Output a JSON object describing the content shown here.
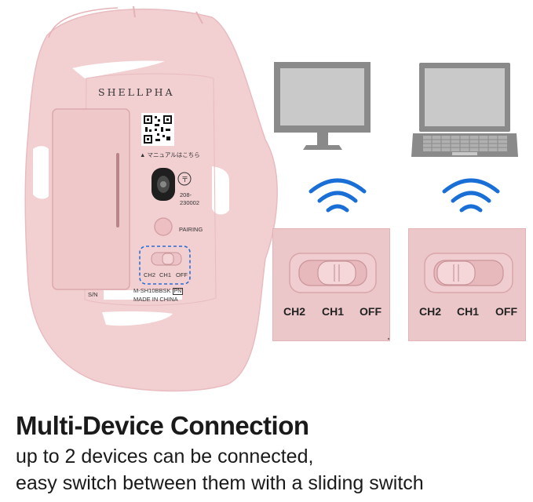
{
  "mouse": {
    "brand": "SHELLPHA",
    "qr_note": "▲ マニュアルはこちら",
    "cert_code": "208-\n230002",
    "pairing_label": "PAIRING",
    "switch_labels": [
      "CH2",
      "CH1",
      "OFF"
    ],
    "sn_label": "S/N",
    "model_number": "M-SH10BBSK",
    "model_suffix": "PN",
    "made_in": "MADE IN CHINA"
  },
  "channel_panels": [
    {
      "labels": [
        "CH2",
        "CH1",
        "OFF"
      ],
      "selected": "CH1"
    },
    {
      "labels": [
        "CH2",
        "CH1",
        "OFF"
      ],
      "selected": "CH1"
    }
  ],
  "devices": [
    {
      "icon": "desktop-monitor-icon"
    },
    {
      "icon": "laptop-icon"
    }
  ],
  "colors": {
    "mouse_pink": "#f2cfd1",
    "wifi_blue": "#1a6fd6",
    "device_grey": "#8a8a8a"
  },
  "text": {
    "headline": "Multi-Device Connection",
    "subline_1": "up to 2 devices can be connected,",
    "subline_2": "easy switch between them with a sliding switch"
  }
}
